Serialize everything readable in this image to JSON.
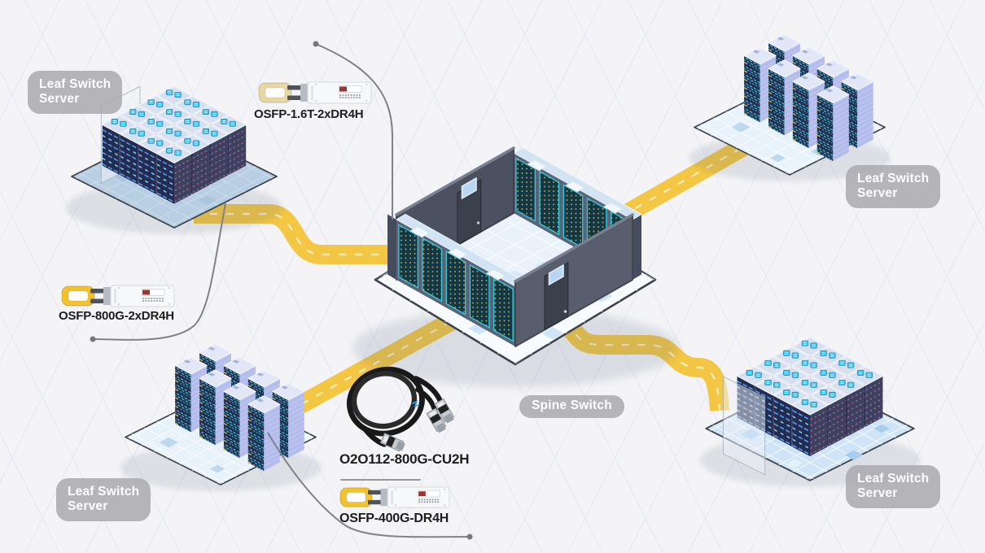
{
  "diagram": {
    "badges": {
      "leaf": {
        "line1": "Leaf Switch",
        "line2": "Server"
      },
      "spine": {
        "label": "Spine Switch"
      }
    },
    "products": {
      "osfp_1_6t": {
        "name": "OSFP-1.6T-2xDR4H",
        "kind": "osfp-transceiver"
      },
      "osfp_800g": {
        "name": "OSFP-800G-2xDR4H",
        "kind": "osfp-transceiver"
      },
      "o2o112_800g": {
        "name": "O2O112-800G-CU2H",
        "kind": "dac-breakout-cable"
      },
      "osfp_400g": {
        "name": "OSFP-400G-DR4H",
        "kind": "osfp-transceiver"
      }
    },
    "colors": {
      "background": "#F4F4F6",
      "grid_line": "#E7EAF2",
      "road": "#F3C643",
      "road_dash": "#FBEFC2",
      "badge_bg": "#ABABB0",
      "badge_text": "#FFFFFF",
      "pointer_line": "#808287",
      "label_text": "#1D1D1F",
      "platform_blue": "#CFE4F6",
      "rack_teal": "#2BD0E4",
      "server_navy": "#262C4F",
      "tab_yellow": "#F2C230",
      "tab_beige": "#E7D7A3"
    }
  }
}
